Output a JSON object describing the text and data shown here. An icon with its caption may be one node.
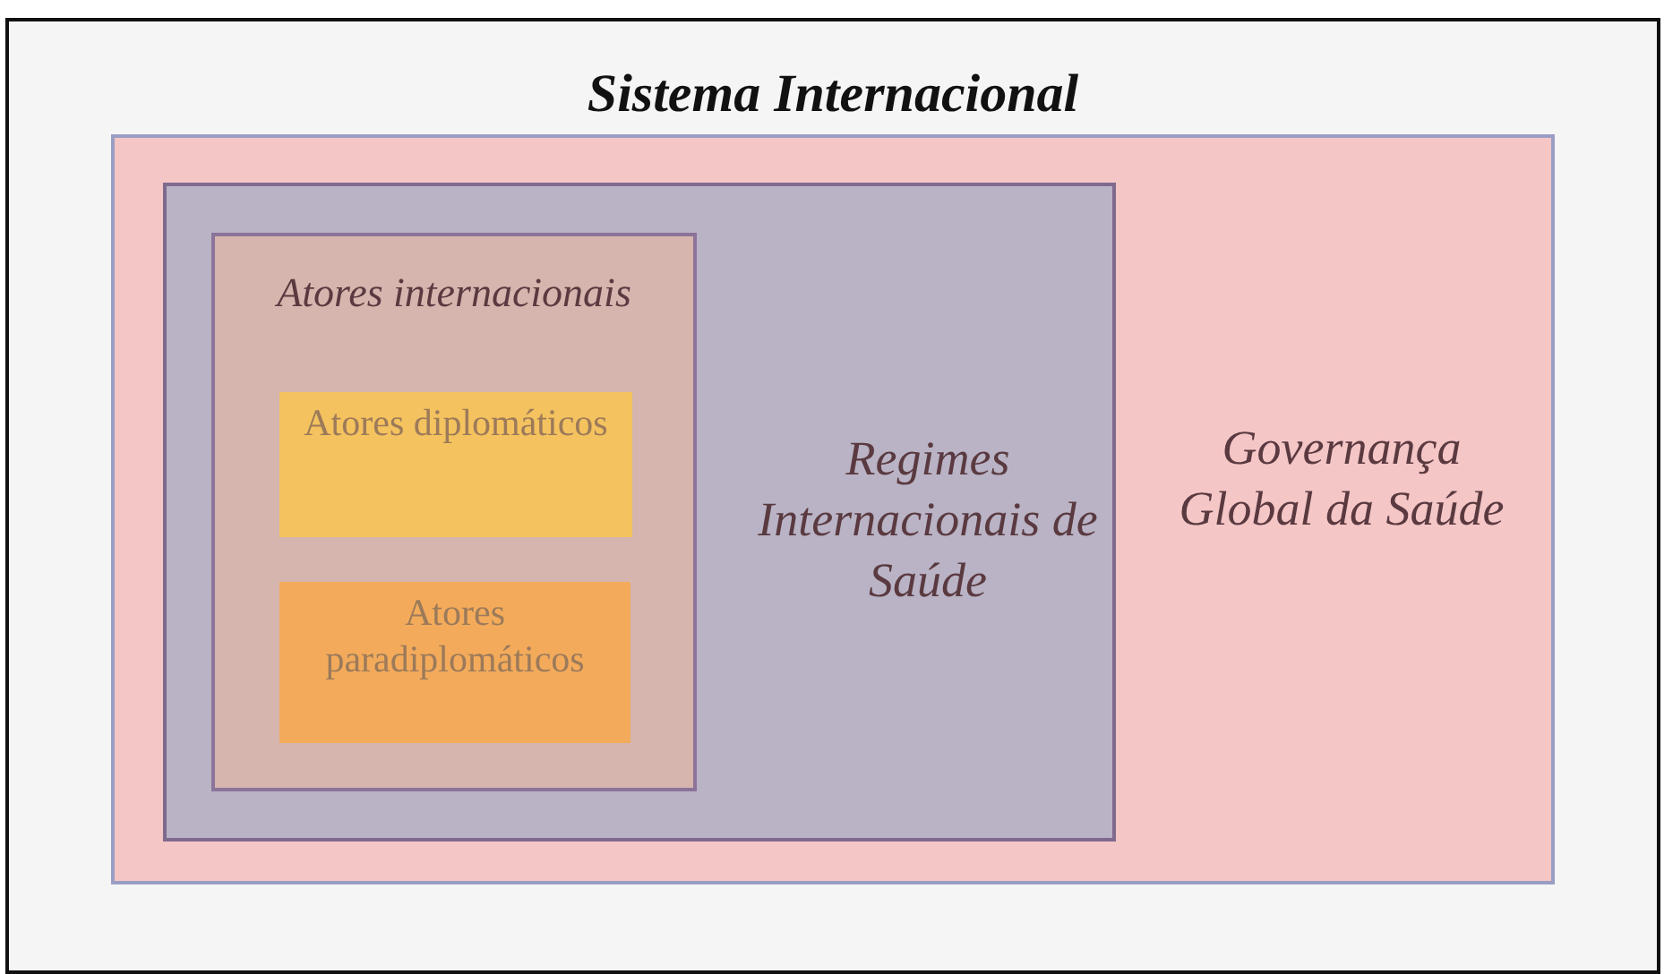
{
  "diagram": {
    "nodes": [
      {
        "text": [
          "Sistema Internacional"
        ]
      },
      {
        "text": [
          "Governança Global da Saúde"
        ],
        "in": 0
      },
      {
        "text": [
          "Regimes Internacionais de Saúde"
        ],
        "in": 1
      },
      {
        "text": [
          "Atores internacionais"
        ],
        "in": 2
      },
      {
        "text": [
          "Atores diplomáticos"
        ],
        "in": 3
      },
      {
        "text": [
          "Atores paradiplomáticos"
        ],
        "in": 3
      }
    ]
  }
}
